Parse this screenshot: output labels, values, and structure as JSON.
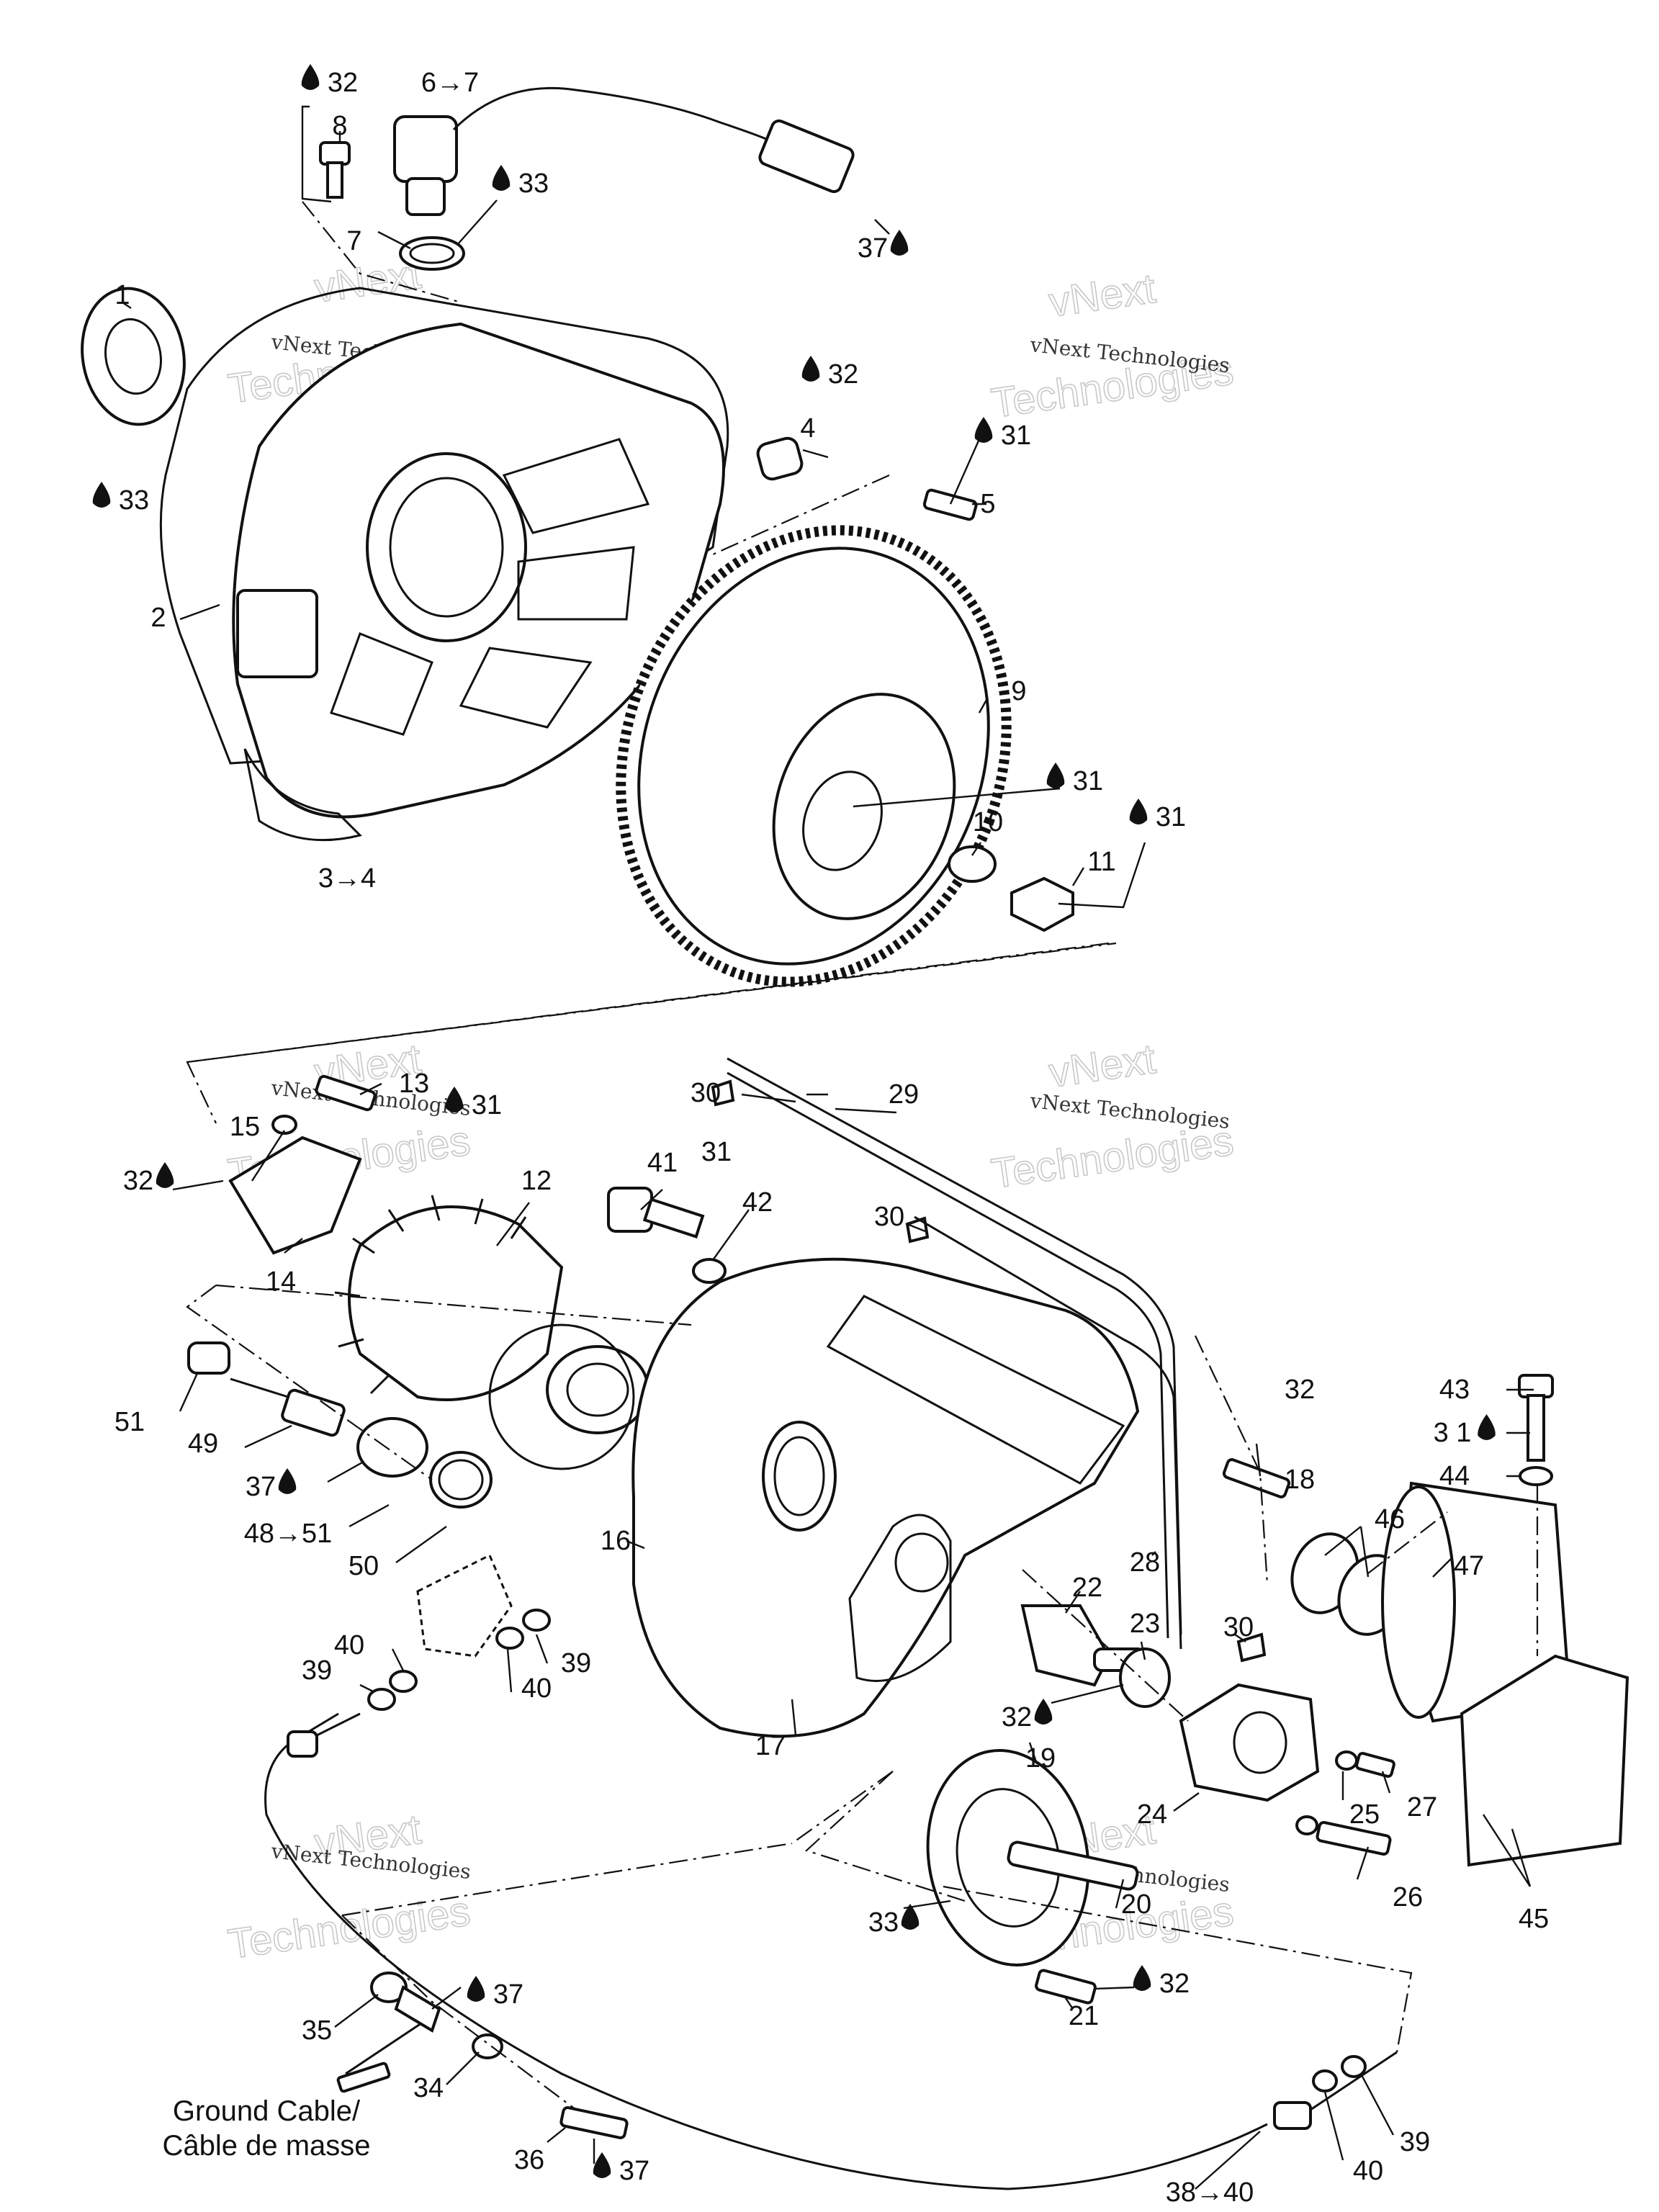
{
  "callouts": [
    {
      "id": "c32a",
      "text": "32",
      "drop": "before"
    },
    {
      "id": "c67",
      "text": "6→7",
      "drop": "none"
    },
    {
      "id": "c8",
      "text": "8",
      "drop": "none"
    },
    {
      "id": "c33a",
      "text": "33",
      "drop": "before"
    },
    {
      "id": "c7",
      "text": "7",
      "drop": "none"
    },
    {
      "id": "c37a",
      "text": "37",
      "drop": "after"
    },
    {
      "id": "c1",
      "text": "1",
      "drop": "none"
    },
    {
      "id": "c32b",
      "text": "32",
      "drop": "before"
    },
    {
      "id": "c4",
      "text": "4",
      "drop": "none"
    },
    {
      "id": "c31a",
      "text": "31",
      "drop": "before"
    },
    {
      "id": "c5",
      "text": "5",
      "drop": "none"
    },
    {
      "id": "c33b",
      "text": "33",
      "drop": "before"
    },
    {
      "id": "c2",
      "text": "2",
      "drop": "none"
    },
    {
      "id": "c9",
      "text": "9",
      "drop": "none"
    },
    {
      "id": "c31b",
      "text": "31",
      "drop": "before"
    },
    {
      "id": "c10",
      "text": "10",
      "drop": "none"
    },
    {
      "id": "c31c",
      "text": "31",
      "drop": "before"
    },
    {
      "id": "c11",
      "text": "11",
      "drop": "none"
    },
    {
      "id": "c34b",
      "text": "3→4",
      "drop": "none"
    },
    {
      "id": "c13",
      "text": "13",
      "drop": "none"
    },
    {
      "id": "c31d",
      "text": "31",
      "drop": "before"
    },
    {
      "id": "c30a",
      "text": "30",
      "drop": "none"
    },
    {
      "id": "c29",
      "text": "29",
      "drop": "none"
    },
    {
      "id": "c15",
      "text": "15",
      "drop": "none"
    },
    {
      "id": "c32c",
      "text": "32",
      "drop": "after"
    },
    {
      "id": "c12",
      "text": "12",
      "drop": "none"
    },
    {
      "id": "c41",
      "text": "41",
      "drop": "none"
    },
    {
      "id": "c31e",
      "text": "31",
      "drop": "none"
    },
    {
      "id": "c42",
      "text": "42",
      "drop": "none"
    },
    {
      "id": "c30b",
      "text": "30",
      "drop": "none"
    },
    {
      "id": "c14",
      "text": "14",
      "drop": "none"
    },
    {
      "id": "c51",
      "text": "51",
      "drop": "none"
    },
    {
      "id": "c49",
      "text": "49",
      "drop": "none"
    },
    {
      "id": "c37b",
      "text": "37",
      "drop": "after"
    },
    {
      "id": "c4851",
      "text": "48→51",
      "drop": "none"
    },
    {
      "id": "c50",
      "text": "50",
      "drop": "none"
    },
    {
      "id": "c32d",
      "text": "32",
      "drop": "none"
    },
    {
      "id": "c18",
      "text": "18",
      "drop": "none"
    },
    {
      "id": "c43",
      "text": "43",
      "drop": "none"
    },
    {
      "id": "c31f",
      "text": "3 1",
      "drop": "after"
    },
    {
      "id": "c44",
      "text": "44",
      "drop": "none"
    },
    {
      "id": "c46",
      "text": "46",
      "drop": "none"
    },
    {
      "id": "c47",
      "text": "47",
      "drop": "none"
    },
    {
      "id": "c16",
      "text": "16",
      "drop": "none"
    },
    {
      "id": "c28",
      "text": "28",
      "drop": "none"
    },
    {
      "id": "c22",
      "text": "22",
      "drop": "none"
    },
    {
      "id": "c23",
      "text": "23",
      "drop": "none"
    },
    {
      "id": "c30c",
      "text": "30",
      "drop": "none"
    },
    {
      "id": "c40a",
      "text": "40",
      "drop": "none"
    },
    {
      "id": "c39a",
      "text": "39",
      "drop": "none"
    },
    {
      "id": "c39b",
      "text": "39",
      "drop": "none"
    },
    {
      "id": "c40b",
      "text": "40",
      "drop": "none"
    },
    {
      "id": "c32e",
      "text": "32",
      "drop": "after"
    },
    {
      "id": "c17",
      "text": "17",
      "drop": "none"
    },
    {
      "id": "c19",
      "text": "19",
      "drop": "none"
    },
    {
      "id": "c24",
      "text": "24",
      "drop": "none"
    },
    {
      "id": "c25",
      "text": "25",
      "drop": "none"
    },
    {
      "id": "c27",
      "text": "27",
      "drop": "none"
    },
    {
      "id": "c20",
      "text": "20",
      "drop": "none"
    },
    {
      "id": "c26",
      "text": "26",
      "drop": "none"
    },
    {
      "id": "c45",
      "text": "45",
      "drop": "none"
    },
    {
      "id": "c33c",
      "text": "33",
      "drop": "after"
    },
    {
      "id": "c37c",
      "text": "37",
      "drop": "before"
    },
    {
      "id": "c32f",
      "text": "32",
      "drop": "before"
    },
    {
      "id": "c35",
      "text": "35",
      "drop": "none"
    },
    {
      "id": "c21",
      "text": "21",
      "drop": "none"
    },
    {
      "id": "c34",
      "text": "34",
      "drop": "none"
    },
    {
      "id": "c39c",
      "text": "39",
      "drop": "none"
    },
    {
      "id": "c40c",
      "text": "40",
      "drop": "none"
    },
    {
      "id": "c36",
      "text": "36",
      "drop": "none"
    },
    {
      "id": "c37d",
      "text": "37",
      "drop": "before"
    },
    {
      "id": "c3840",
      "text": "38→40",
      "drop": "none"
    }
  ],
  "caption": {
    "line1": "Ground Cable/",
    "line2": "Câble de masse"
  },
  "watermark": {
    "line1": "vNext Technologies",
    "line2": "vNext",
    "line3": "Technologies"
  }
}
